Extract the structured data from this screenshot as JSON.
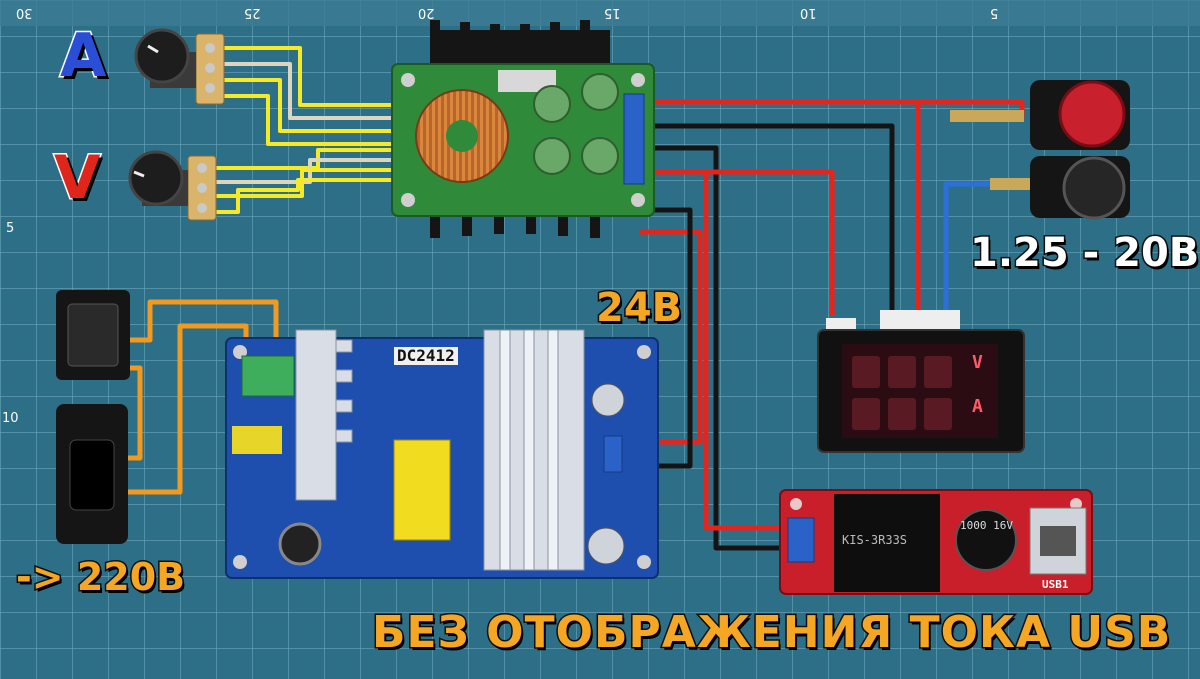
{
  "labels": {
    "current_pot": "A",
    "voltage_pot": "V",
    "supply_voltage": "24В",
    "output_range": "1.25 - 20В",
    "mains_input": "-> 220В",
    "caption": "БЕЗ ОТОБРАЖЕНИЯ ТОКА USB"
  },
  "board_markings": {
    "psu_model": "DC2412",
    "meter_volt_unit": "V",
    "meter_amp_unit": "A",
    "usb_connector": "USB1",
    "usb_regulator": "KIS-3R33S",
    "usb_capacitor": "1000 16V"
  },
  "ruler": {
    "numbers": [
      "30",
      "25",
      "20",
      "15",
      "10",
      "5"
    ],
    "side_numbers": [
      "5",
      "10"
    ]
  },
  "colors": {
    "mat_background": "#2e6f88",
    "pcb_green": "#2f8a3a",
    "pcb_blue": "#1f4fae",
    "pcb_red": "#c81f2a",
    "label_orange": "#f5a623",
    "wire_red": "#e8231c",
    "wire_black": "#141414",
    "wire_yellow": "#f4ea2a",
    "wire_orange": "#f39a1e",
    "wire_blue": "#2d6fd8"
  },
  "icons": [
    "rocker-switch-icon",
    "power-socket-icon",
    "potentiometer-icon",
    "binding-post-icon",
    "inductor-icon",
    "heatsink-icon"
  ]
}
